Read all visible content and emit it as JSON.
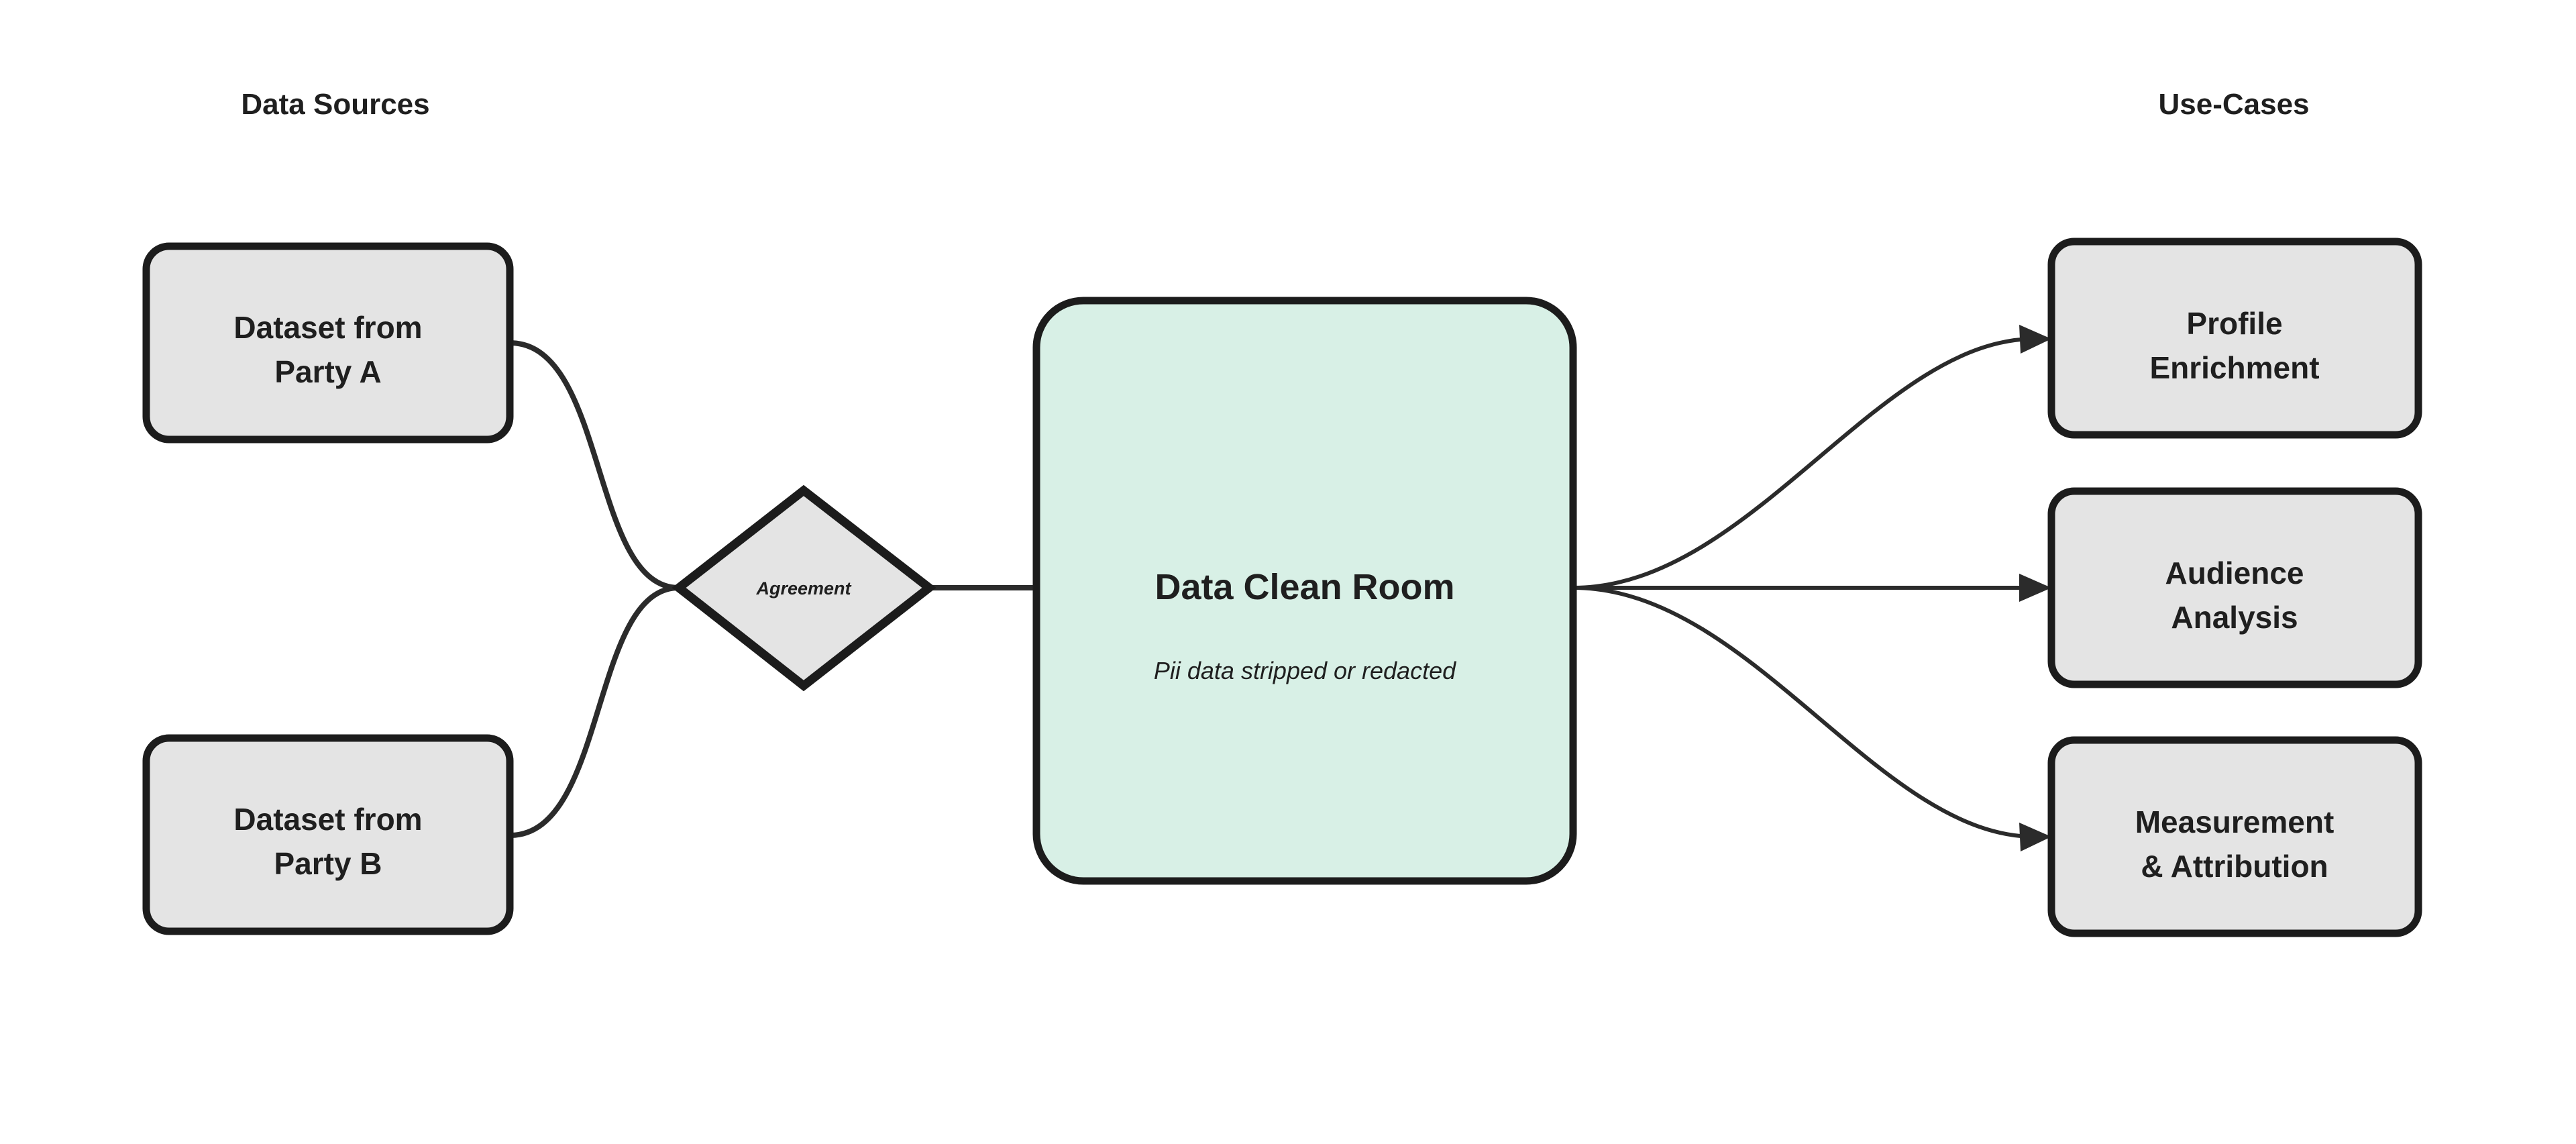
{
  "diagram": {
    "title_left": "Data Sources",
    "title_right": "Use-Cases",
    "colors": {
      "background": "#ffffff",
      "node_fill_grey": "#e4e4e4",
      "node_fill_mint": "#d8f0e6",
      "node_stroke": "#1c1c1c",
      "edge_stroke": "#2b2b2b",
      "text": "#1f1f1f"
    },
    "sources": [
      {
        "id": "party-a",
        "label_line1": "Dataset from",
        "label_line2": "Party A",
        "shape": "rounded-rect"
      },
      {
        "id": "party-b",
        "label_line1": "Dataset from",
        "label_line2": "Party B",
        "shape": "rounded-rect"
      }
    ],
    "gate": {
      "id": "agreement",
      "label": "Agreement",
      "shape": "diamond"
    },
    "hub": {
      "id": "data-clean-room",
      "title": "Data Clean Room",
      "subtitle": "Pii data stripped or redacted",
      "shape": "rounded-rect-large"
    },
    "use_cases": [
      {
        "id": "profile-enrichment",
        "label_line1": "Profile",
        "label_line2": "Enrichment",
        "shape": "rounded-rect"
      },
      {
        "id": "audience-analysis",
        "label_line1": "Audience",
        "label_line2": "Analysis",
        "shape": "rounded-rect"
      },
      {
        "id": "measurement-attribution",
        "label_line1": "Measurement",
        "label_line2": "& Attribution",
        "shape": "rounded-rect"
      }
    ],
    "edges": [
      {
        "from": "party-a",
        "to": "agreement",
        "style": "curved",
        "arrow": false
      },
      {
        "from": "party-b",
        "to": "agreement",
        "style": "curved",
        "arrow": false
      },
      {
        "from": "agreement",
        "to": "data-clean-room",
        "style": "straight",
        "arrow": true
      },
      {
        "from": "data-clean-room",
        "to": "profile-enrichment",
        "style": "curved",
        "arrow": true
      },
      {
        "from": "data-clean-room",
        "to": "audience-analysis",
        "style": "straight",
        "arrow": true
      },
      {
        "from": "data-clean-room",
        "to": "measurement-attribution",
        "style": "curved",
        "arrow": true
      }
    ]
  }
}
